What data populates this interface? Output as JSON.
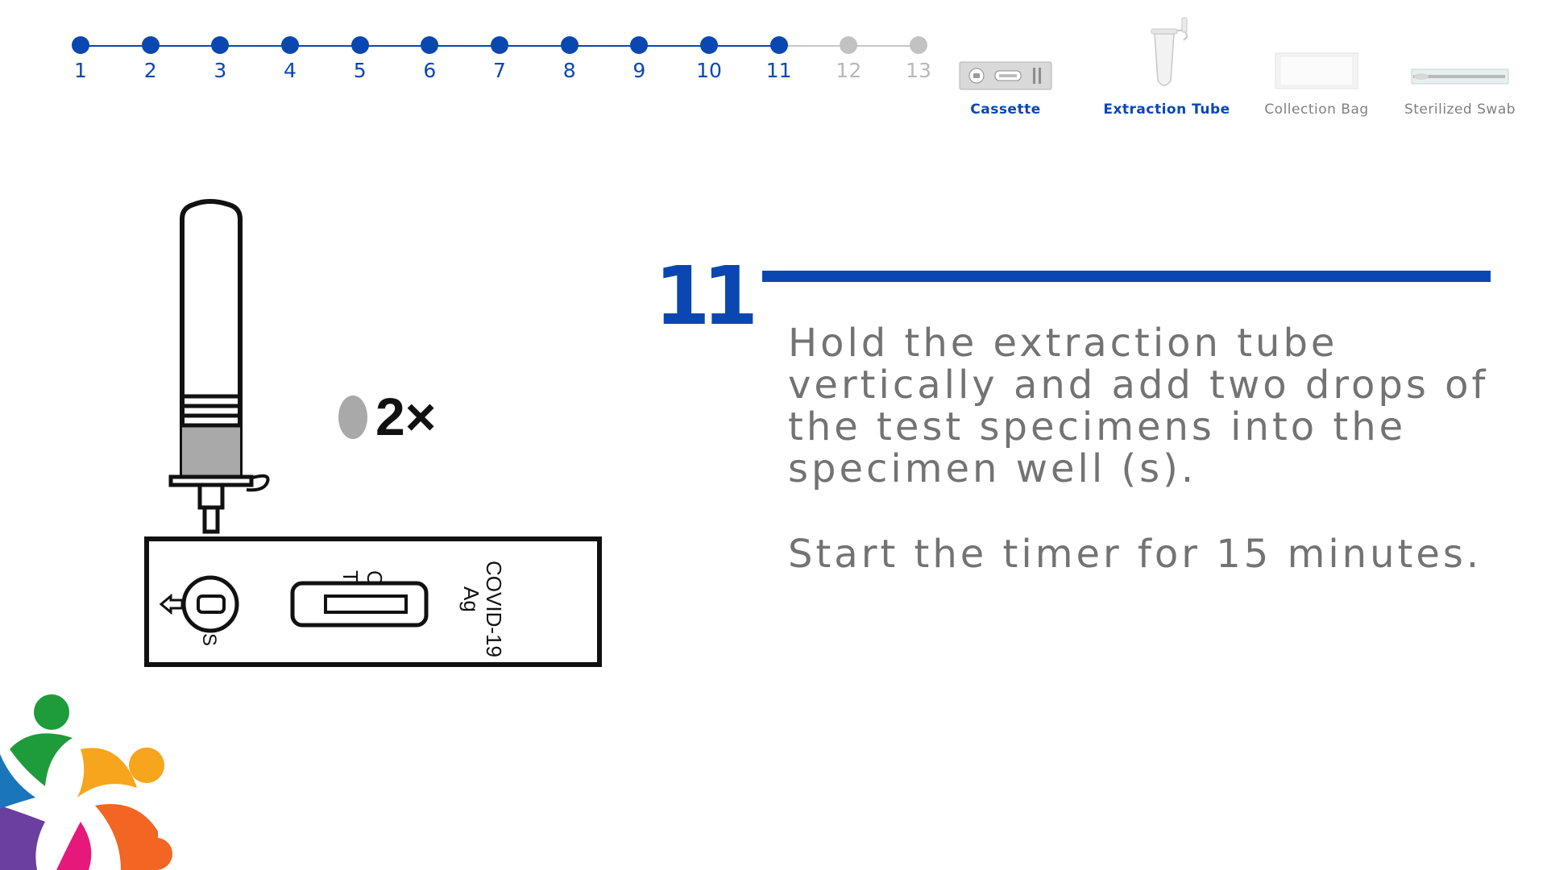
{
  "progress": {
    "current_step": 11,
    "steps": [
      "1",
      "2",
      "3",
      "4",
      "5",
      "6",
      "7",
      "8",
      "9",
      "10",
      "11",
      "12",
      "13"
    ],
    "colors": {
      "done": "#0a47b0",
      "todo": "#c2c2c2"
    }
  },
  "kit_items": [
    {
      "label": "Cassette",
      "state": "active",
      "icon": "cassette-icon"
    },
    {
      "label": "Extraction Tube",
      "state": "active",
      "icon": "extraction-tube-icon"
    },
    {
      "label": "Collection Bag",
      "state": "inactive",
      "icon": "collection-bag-icon"
    },
    {
      "label": "Sterilized Swab",
      "state": "inactive",
      "icon": "sterilized-swab-icon"
    }
  ],
  "step": {
    "number": "11",
    "instruction": "Hold the extraction tube vertically and add two drops of the test specimens into the specimen well (s).",
    "timer_text": "Start the timer for 15 minutes."
  },
  "illustration": {
    "drops_label": "2×",
    "cassette_line_c": "C",
    "cassette_line_t": "T",
    "cassette_sample": "S",
    "cassette_brand_line1": "COVID-19",
    "cassette_brand_line2": "Ag"
  },
  "brand": {
    "accent": "#0a47b0",
    "text_gray": "#737373"
  }
}
